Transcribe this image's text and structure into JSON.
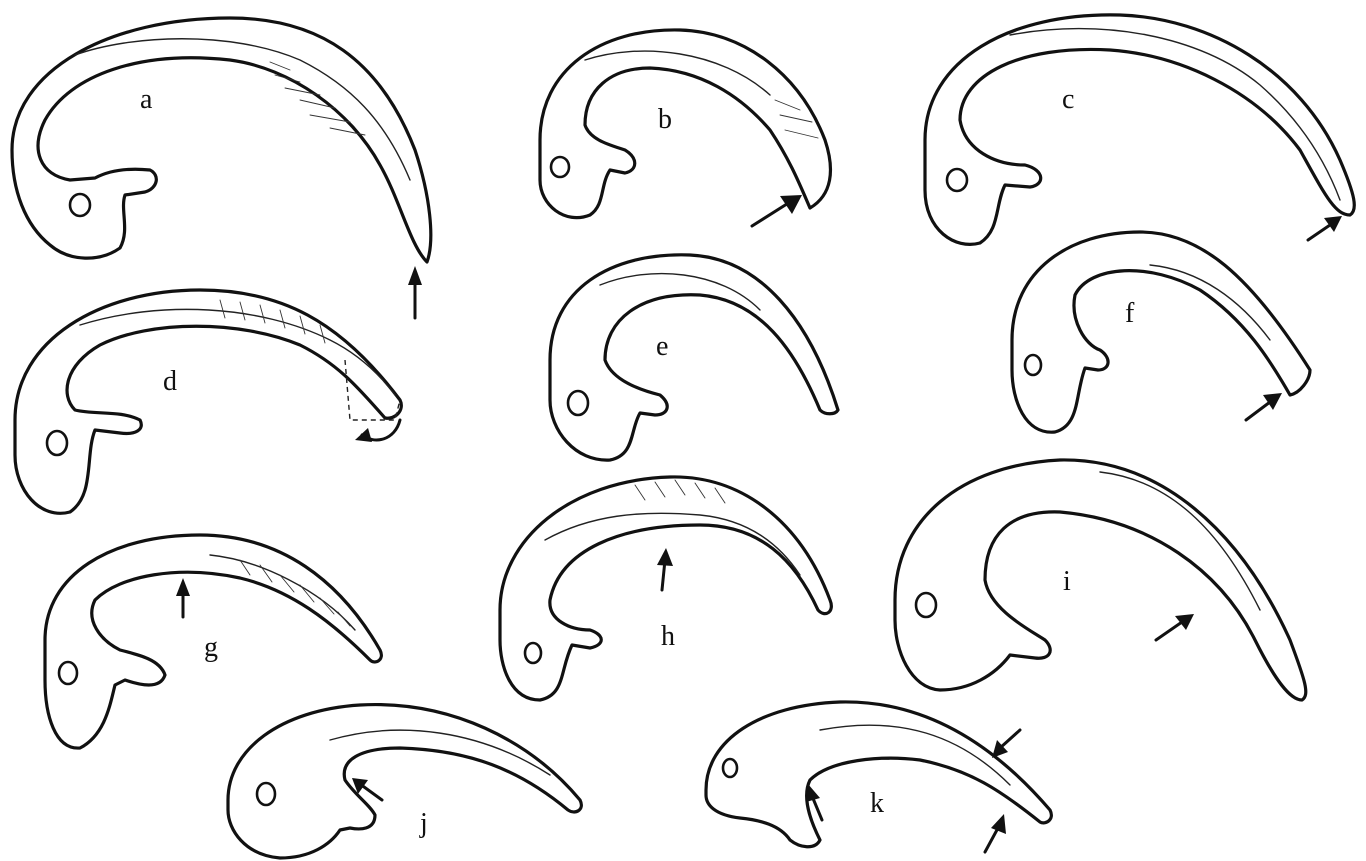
{
  "figure": {
    "panels": [
      {
        "id": "a",
        "label": "a"
      },
      {
        "id": "b",
        "label": "b"
      },
      {
        "id": "c",
        "label": "c"
      },
      {
        "id": "d",
        "label": "d"
      },
      {
        "id": "e",
        "label": "e"
      },
      {
        "id": "f",
        "label": "f"
      },
      {
        "id": "g",
        "label": "g"
      },
      {
        "id": "h",
        "label": "h"
      },
      {
        "id": "i",
        "label": "i"
      },
      {
        "id": "j",
        "label": "j"
      },
      {
        "id": "k",
        "label": "k"
      }
    ]
  },
  "colors": {
    "background": "#ffffff",
    "ink": "#111111"
  }
}
